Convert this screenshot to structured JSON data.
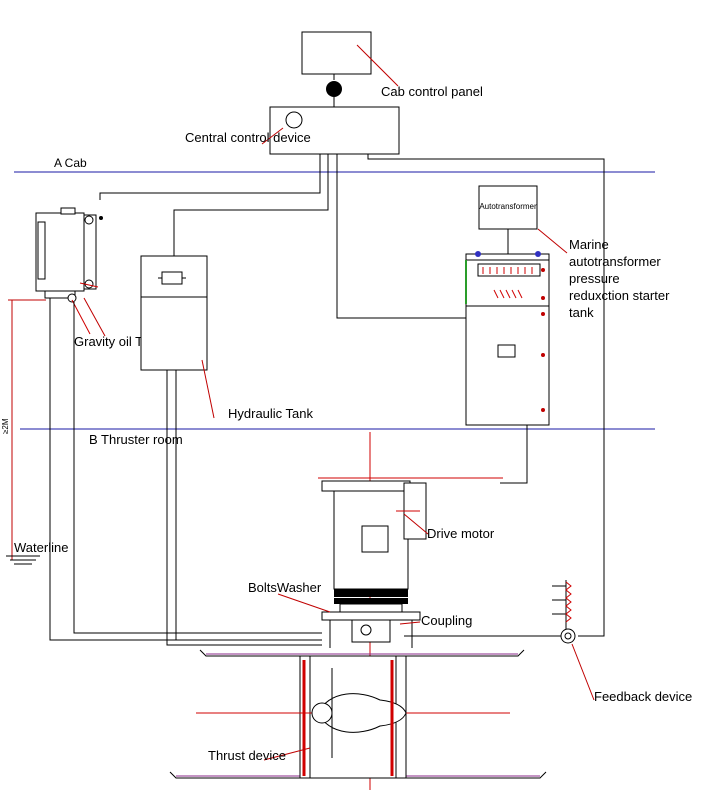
{
  "labels": {
    "cab_control_panel": "Cab control panel",
    "central_control_device": "Central control device",
    "a_cab": "A Cab",
    "autotransformer": "Autotransformer",
    "marine_starter_lines": [
      "Marine",
      "autotransformer",
      "pressure",
      "reduxction starter",
      "tank"
    ],
    "gravity_oil_tank": "Gravity oil Tank",
    "hydraulic_tank": "Hydraulic Tank",
    "b_thruster_room": "B Thruster room",
    "drive_motor": "Drive motor",
    "waterline": "Waterline",
    "bolts_washer": "BoltsWasher",
    "coupling": "Coupling",
    "feedback_device": "Feedback device",
    "thrust_device": "Thrust device",
    "height_mark": "≥2M"
  },
  "colors": {
    "deck_line": "#1a1aa6",
    "leader_line": "#c00000",
    "centerline": "#d00000",
    "status_green": "#2a9d2a"
  }
}
